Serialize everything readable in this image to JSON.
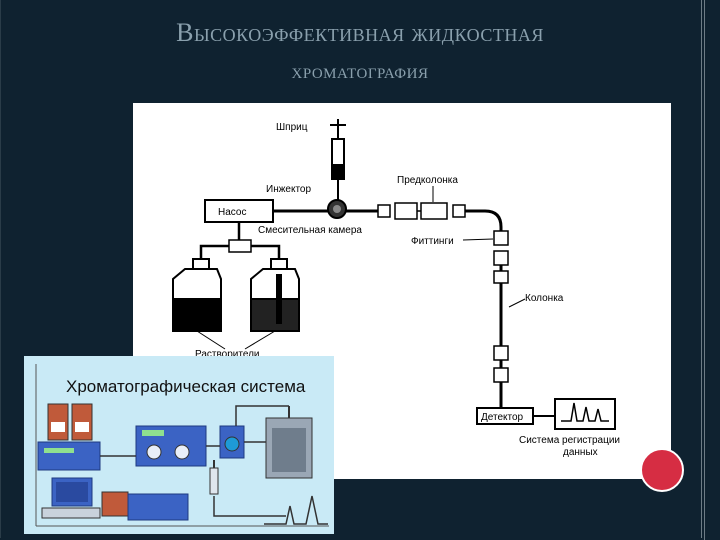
{
  "slide": {
    "title_line1": "Высокоэффективная жидкостная",
    "title_line2": "хроматография",
    "accent_color": "#d62d43",
    "background_color": "#0f2230"
  },
  "diagram": {
    "labels": {
      "syringe": "Шприц",
      "injector": "Инжектор",
      "precolumn": "Предколонка",
      "pump": "Насос",
      "mixing_chamber": "Смесительная камера",
      "fittings": "Фиттинги",
      "column": "Колонка",
      "solvents": "Растворители",
      "detector": "Детектор",
      "data_system_line1": "Система регистрации",
      "data_system_line2": "данных"
    }
  },
  "photo": {
    "title": "Хроматографическая система"
  }
}
